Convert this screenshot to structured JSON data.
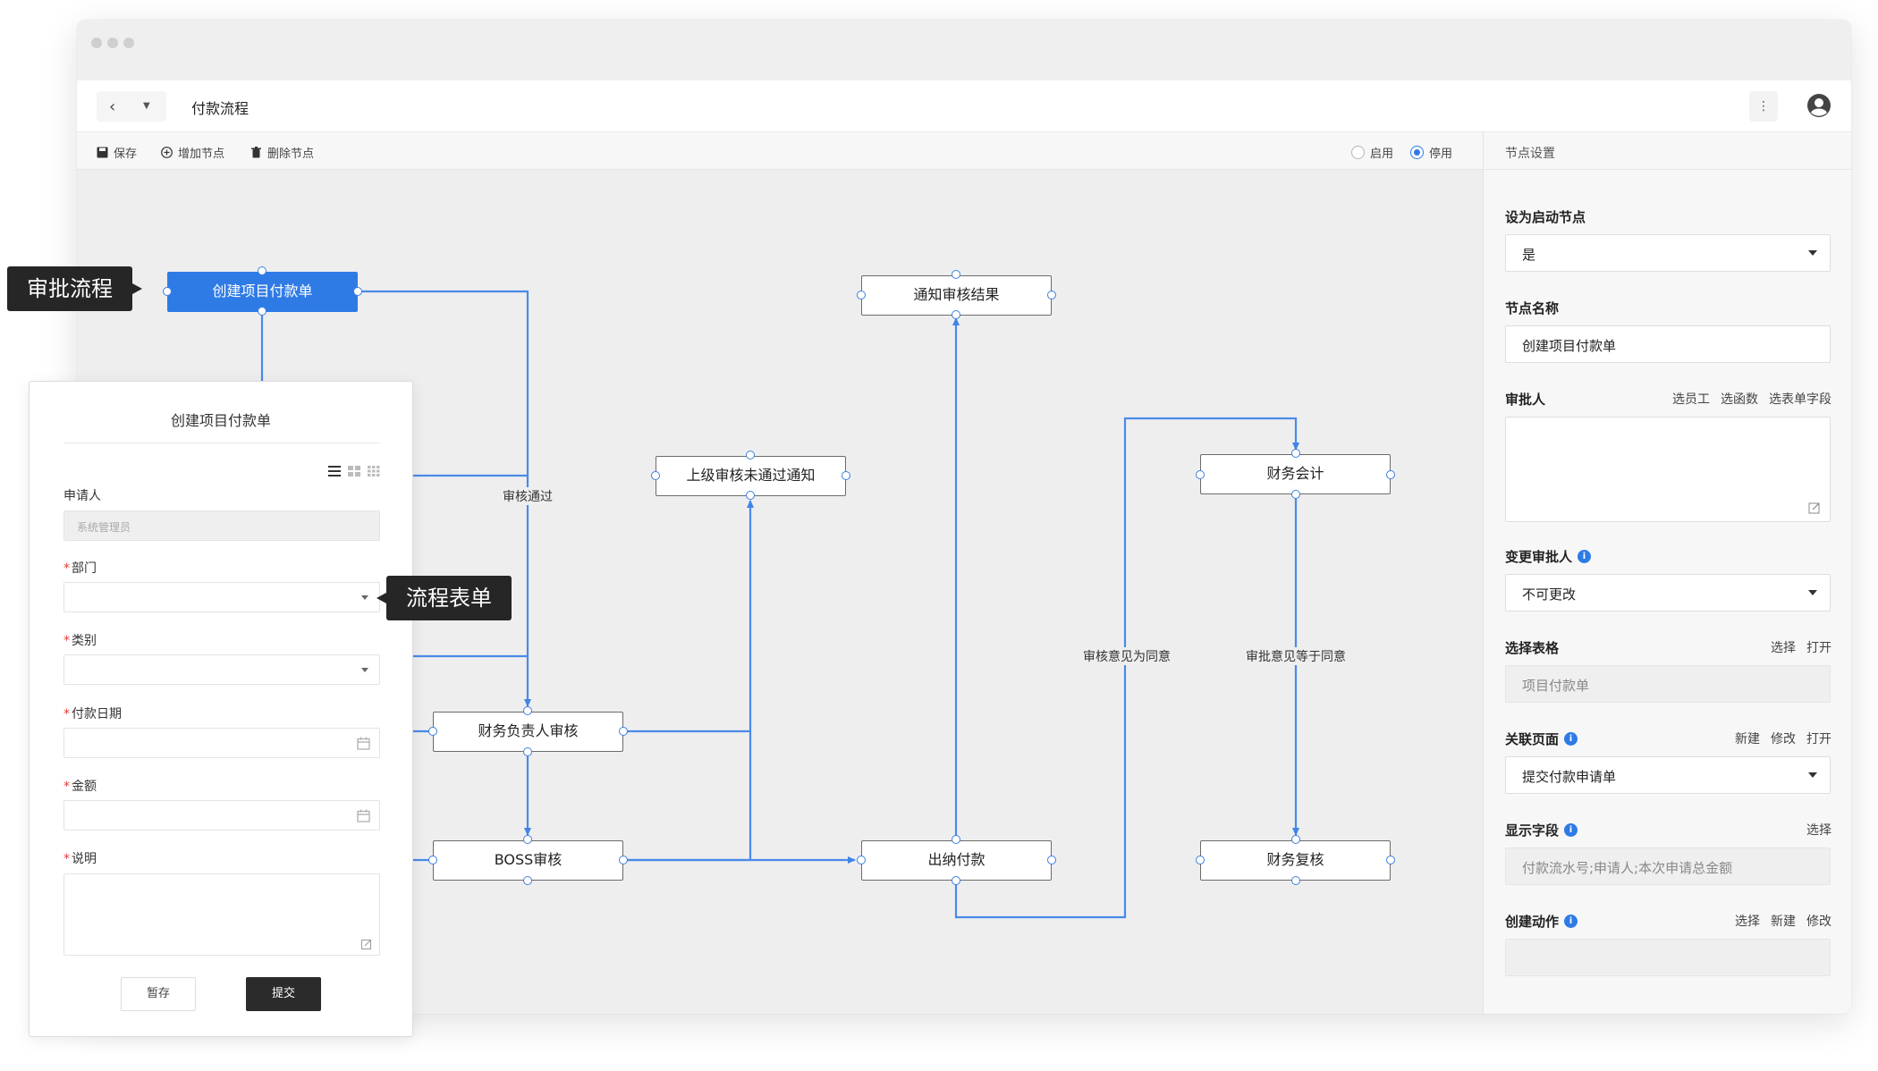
{
  "window": {
    "title": "付款流程"
  },
  "toolbar": {
    "save": "保存",
    "add_node": "增加节点",
    "delete_node": "删除节点",
    "enable": "启用",
    "disable": "停用",
    "selected": "停用"
  },
  "flow": {
    "nodes": {
      "create": "创建项目付款单",
      "notify_result": "通知审核结果",
      "superior_reject": "上级审核未通过通知",
      "accountant": "财务会计",
      "finance_head": "财务负责人审核",
      "boss": "BOSS审核",
      "cashier": "出纳付款",
      "recheck": "财务复核"
    },
    "edge_labels": {
      "approved": "审核通过",
      "opinion_agree": "审核意见为同意",
      "opinion_equal_agree": "审批意见等于同意"
    }
  },
  "callouts": {
    "approval_flow": "审批流程",
    "flow_form": "流程表单"
  },
  "form_card": {
    "title": "创建项目付款单",
    "applicant_label": "申请人",
    "applicant_value": "系统管理员",
    "department_label": "部门",
    "category_label": "类别",
    "pay_date_label": "付款日期",
    "amount_label": "金额",
    "remark_label": "说明",
    "save_button": "暂存",
    "submit_button": "提交"
  },
  "panel": {
    "header": "节点设置",
    "start_node_label": "设为启动节点",
    "start_node_value": "是",
    "node_name_label": "节点名称",
    "node_name_value": "创建项目付款单",
    "approver_label": "审批人",
    "approver_links": [
      "选员工",
      "选函数",
      "选表单字段"
    ],
    "change_approver_label": "变更审批人",
    "change_approver_value": "不可更改",
    "select_table_label": "选择表格",
    "select_table_links": [
      "选择",
      "打开"
    ],
    "select_table_value": "项目付款单",
    "related_page_label": "关联页面",
    "related_page_links": [
      "新建",
      "修改",
      "打开"
    ],
    "related_page_value": "提交付款申请单",
    "display_fields_label": "显示字段",
    "display_fields_links": [
      "选择"
    ],
    "display_fields_value": "付款流水号;申请人;本次申请总金额",
    "create_action_label": "创建动作",
    "create_action_links": [
      "选择",
      "新建",
      "修改"
    ]
  },
  "colors": {
    "accent": "#2f7be6",
    "edge": "#4a8ae8",
    "callout": "#262626"
  },
  "icons": [
    "back-icon",
    "dropdown-icon",
    "more-icon",
    "user-icon",
    "save-icon",
    "add-icon",
    "delete-icon",
    "info-icon",
    "edit-icon",
    "calendar-icon",
    "list-view-icon",
    "grid-view-icon"
  ]
}
